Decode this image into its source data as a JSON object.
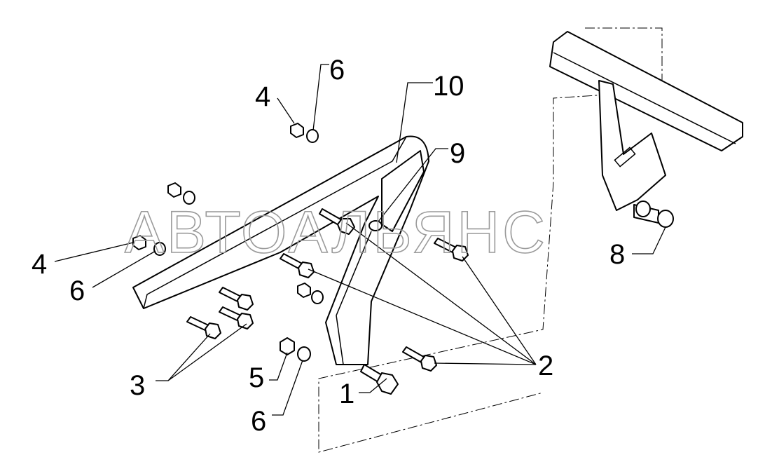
{
  "watermark": "АВТОАЛЬЯНС",
  "callouts": {
    "c6_top": "6",
    "c4_top": "4",
    "c10": "10",
    "c9": "9",
    "c4_left": "4",
    "c6_left": "6",
    "c8": "8",
    "c2": "2",
    "c3": "3",
    "c5": "5",
    "c1": "1",
    "c6_bottom": "6"
  }
}
